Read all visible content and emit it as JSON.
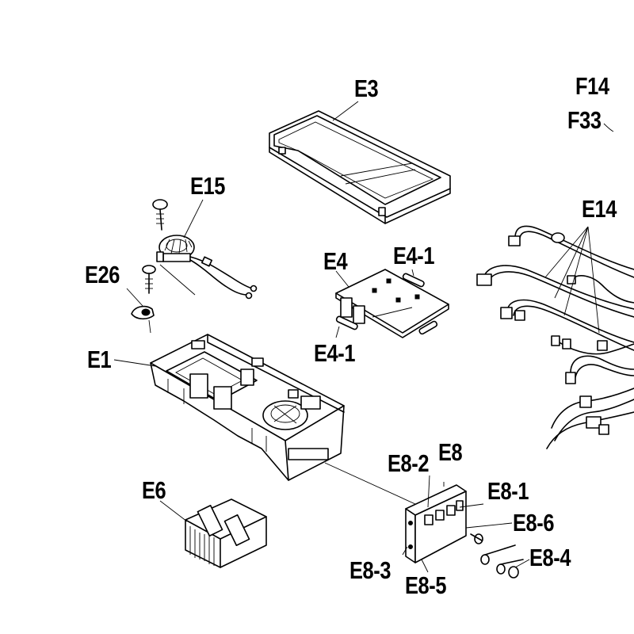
{
  "diagram": {
    "callouts": {
      "e3": "E3",
      "f14": "F14",
      "f33": "F33",
      "e15": "E15",
      "e14": "E14",
      "e26": "E26",
      "e4": "E4",
      "e4_1_top": "E4-1",
      "e4_1_bottom": "E4-1",
      "e1": "E1",
      "e8": "E8",
      "e8_2": "E8-2",
      "e6": "E6",
      "e8_1": "E8-1",
      "e8_6": "E8-6",
      "e8_4": "E8-4",
      "e8_3": "E8-3",
      "e8_5": "E8-5"
    }
  }
}
